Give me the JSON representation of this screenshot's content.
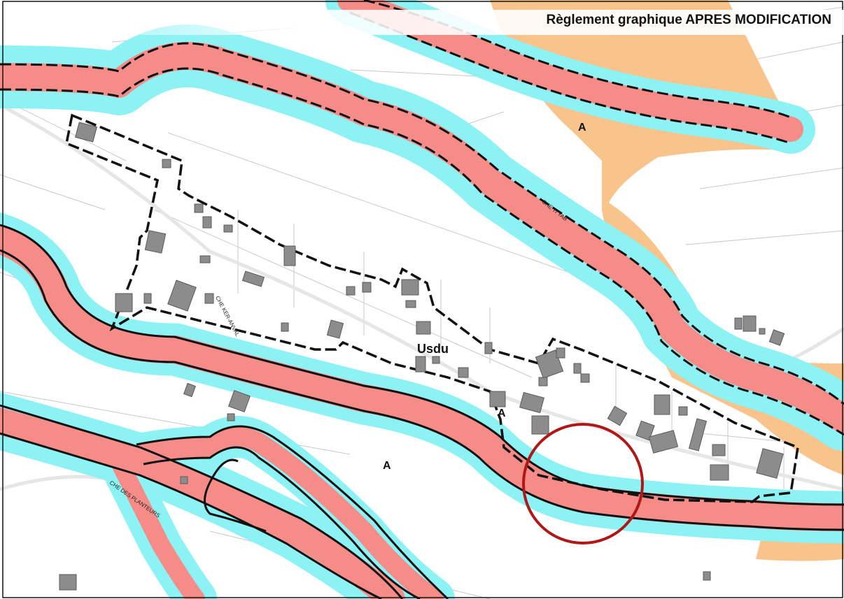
{
  "map": {
    "title": "Règlement graphique APRES MODIFICATION",
    "zones": {
      "zone_usdu": "Usdu",
      "zone_a_1": "A",
      "zone_a_2": "A",
      "zone_a_3": "A"
    },
    "roads": {
      "road_1": "CHE TI YAB",
      "road_2": "CHE KER-ANVAL",
      "road_3": "CHE DES PLANTEURS"
    },
    "colors": {
      "river_core": "#f58c88",
      "river_buffer": "#8cf2f4",
      "orange_zone": "#f9c48c",
      "building": "#8c8c8c",
      "highlight_circle": "#b01818",
      "boundary": "#111111"
    },
    "icons": {
      "highlight": "red-circle-marker"
    }
  }
}
